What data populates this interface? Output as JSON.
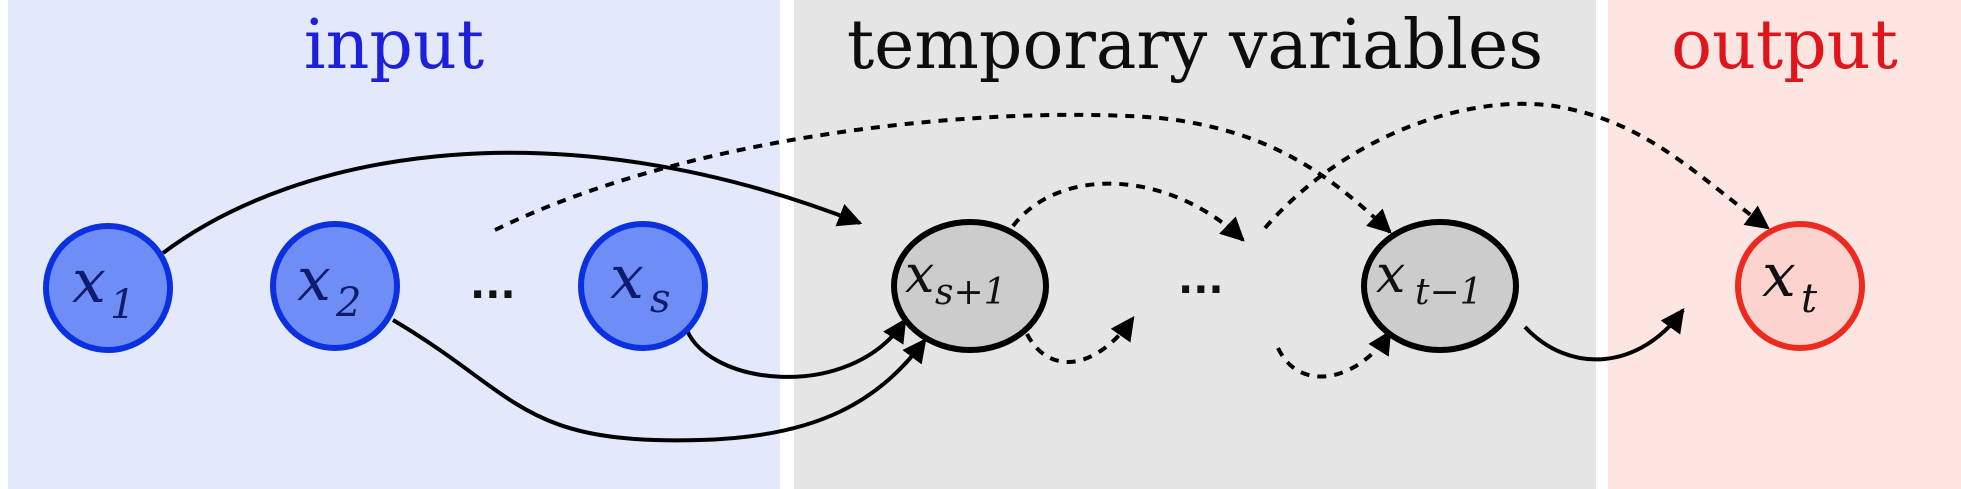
{
  "panels": {
    "input": {
      "title": "input",
      "bg": "#e3e8fb",
      "title_color": "#1c20d9"
    },
    "temporary": {
      "title": "temporary variables",
      "bg": "#e5e5e5",
      "title_color": "#0d0d0d"
    },
    "output": {
      "title": "output",
      "bg": "#fde5e2",
      "title_color": "#e0151b"
    }
  },
  "nodes": {
    "x1": {
      "base": "x",
      "sub": "1"
    },
    "x2": {
      "base": "x",
      "sub": "2"
    },
    "xs": {
      "base": "x",
      "sub": "s"
    },
    "xs1": {
      "base": "x",
      "sub": "s+1"
    },
    "xt1": {
      "base": "x",
      "sub": "t−1"
    },
    "xt": {
      "base": "x",
      "sub": "t"
    }
  },
  "ellipses": {
    "input": "...",
    "temporary": "..."
  },
  "colors": {
    "input_node_fill": "#6f8ef5",
    "input_node_stroke": "#0b30e0",
    "temp_node_fill": "#cccccc",
    "temp_node_stroke": "#000000",
    "output_node_fill": "#fdd3cf",
    "output_node_stroke": "#ec2a1f",
    "edge": "#000000"
  }
}
